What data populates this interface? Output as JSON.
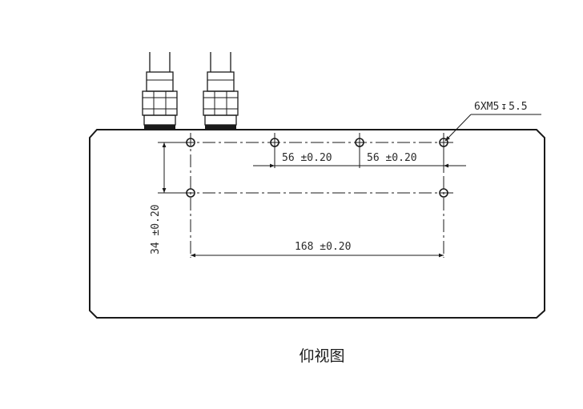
{
  "drawing": {
    "thread_callout": "6XM5",
    "thread_depth_symbol": "↧",
    "thread_depth": "5.5",
    "dim_pitch_left": "56 ±0.20",
    "dim_pitch_right": "56 ±0.20",
    "dim_total_length": "168 ±0.20",
    "dim_row_spacing": "34 ±0.20",
    "caption": "仰视图"
  }
}
